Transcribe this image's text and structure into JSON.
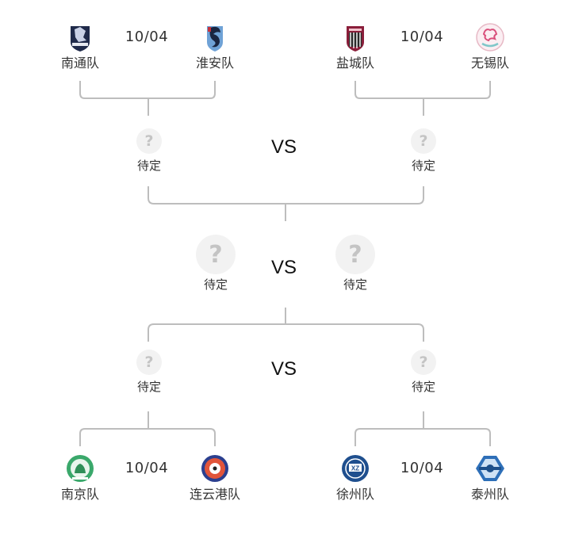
{
  "colors": {
    "line": "#bdbdbd",
    "placeholder_bg": "#f2f2f2",
    "placeholder_q": "#c4c4c4",
    "text": "#333333"
  },
  "top_left_match": {
    "date": "10/04",
    "home": {
      "name": "南通队",
      "icon": "nantong-team-logo"
    },
    "away": {
      "name": "淮安队",
      "icon": "huaian-team-logo"
    }
  },
  "top_right_match": {
    "date": "10/04",
    "home": {
      "name": "盐城队",
      "icon": "yancheng-team-logo"
    },
    "away": {
      "name": "无锡队",
      "icon": "wuxi-team-logo"
    }
  },
  "bottom_left_match": {
    "date": "10/04",
    "home": {
      "name": "南京队",
      "icon": "nanjing-team-logo"
    },
    "away": {
      "name": "连云港队",
      "icon": "lianyungang-team-logo"
    }
  },
  "bottom_right_match": {
    "date": "10/04",
    "home": {
      "name": "徐州队",
      "icon": "xuzhou-team-logo"
    },
    "away": {
      "name": "泰州队",
      "icon": "taizhou-team-logo"
    }
  },
  "semi_top": {
    "vs": "VS",
    "left": {
      "symbol": "?",
      "name": "待定"
    },
    "right": {
      "symbol": "?",
      "name": "待定"
    }
  },
  "final": {
    "vs": "VS",
    "left": {
      "symbol": "?",
      "name": "待定"
    },
    "right": {
      "symbol": "?",
      "name": "待定"
    }
  },
  "semi_bottom": {
    "vs": "VS",
    "left": {
      "symbol": "?",
      "name": "待定"
    },
    "right": {
      "symbol": "?",
      "name": "待定"
    }
  }
}
